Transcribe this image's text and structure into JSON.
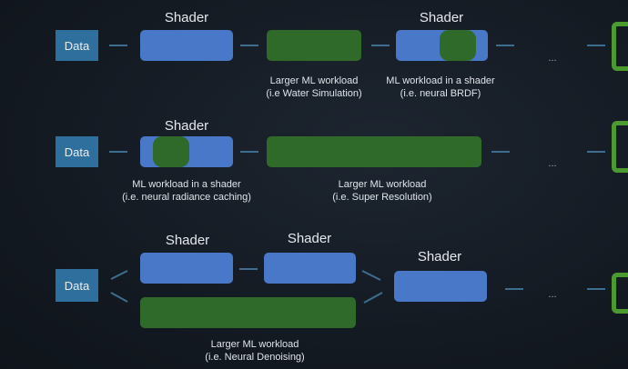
{
  "rows": [
    {
      "data": "Data",
      "shader_labels": [
        "Shader",
        "Shader"
      ],
      "captions": [
        {
          "l1": "Larger ML workload",
          "l2": "(i.e Water Simulation)"
        },
        {
          "l1": "ML workload in a shader",
          "l2": "(i.e. neural BRDF)"
        }
      ],
      "ellipsis": "..."
    },
    {
      "data": "Data",
      "shader_labels": [
        "Shader"
      ],
      "captions": [
        {
          "l1": "ML workload in a shader",
          "l2": "(i.e. neural radiance caching)"
        },
        {
          "l1": "Larger ML workload",
          "l2": "(i.e. Super Resolution)"
        }
      ],
      "ellipsis": "..."
    },
    {
      "data": "Data",
      "shader_labels": [
        "Shader",
        "Shader",
        "Shader"
      ],
      "captions": [
        {
          "l1": "Larger ML workload",
          "l2": "(i.e. Neural Denoising)"
        }
      ],
      "ellipsis": "..."
    }
  ],
  "colors": {
    "data": "#2e6f9e",
    "shader": "#4a78c8",
    "ml": "#2f6a2a",
    "connector": "#3d6e90",
    "output": "#4a9a30"
  }
}
